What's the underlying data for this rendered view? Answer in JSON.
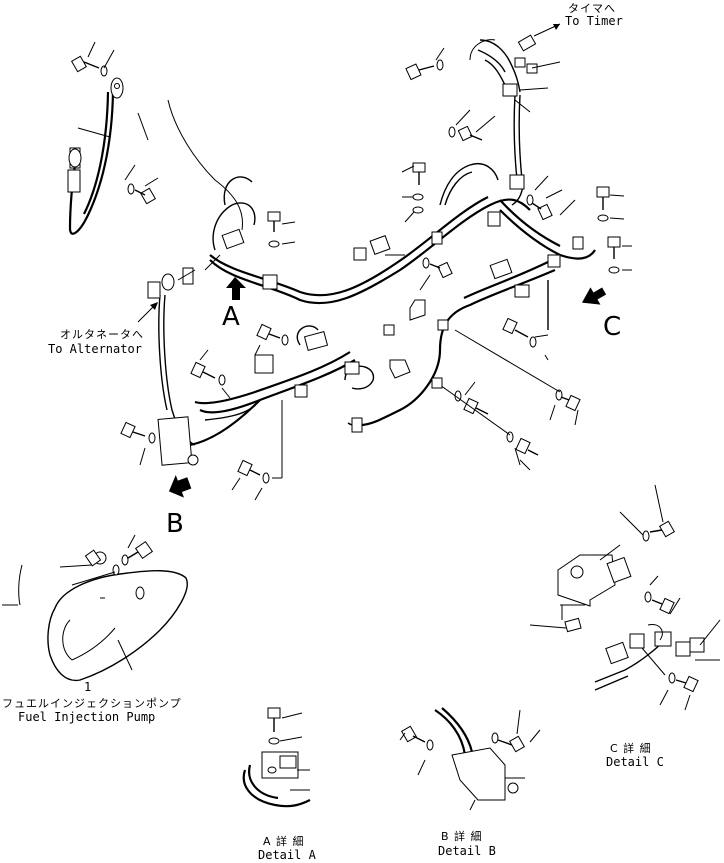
{
  "labels": {
    "timer_ja": "タイマへ",
    "timer_en": "To Timer",
    "alternator_ja": "オルタネータへ",
    "alternator_en": "To Alternator",
    "pump_ja": "フュエルインジェクションポンプ",
    "pump_en": "Fuel Injection Pump",
    "detail_a_ja": "A 詳 細",
    "detail_a_en": "Detail A",
    "detail_b_ja": "B 詳 細",
    "detail_b_en": "Detail B",
    "detail_c_ja": "C 詳 細",
    "detail_c_en": "Detail C",
    "pump_part_no": "1"
  },
  "views": {
    "a": "A",
    "b": "B",
    "c": "C"
  }
}
